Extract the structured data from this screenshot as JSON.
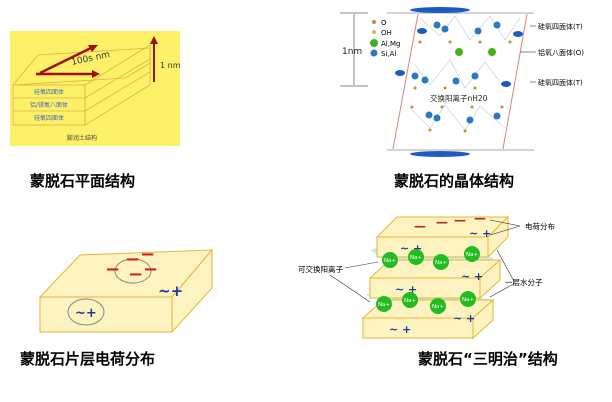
{
  "panels": {
    "plane": {
      "caption": "蒙脱石平面结构",
      "length_label": "100s nm",
      "height_label": "1 nm",
      "layers": [
        "硅氧四面体",
        "铝/镁氧八面体",
        "硅氧四面体"
      ],
      "footer": "膨润土结构"
    },
    "crystal": {
      "caption": "蒙脱石的晶体结构",
      "scale_label": "1nm",
      "legend": [
        "O",
        "OH",
        "Al,Mg",
        "Si,Al"
      ],
      "right_labels": [
        "硅氧四面体(T)",
        "铝氧八面体(O)",
        "硅氧四面体(T)"
      ],
      "middle_label": "交换阳离子nH20"
    },
    "charge": {
      "caption": "蒙脱石片层电荷分布",
      "negative_sign": "−",
      "positive_label": "~+"
    },
    "sandwich": {
      "caption": "蒙脱石“三明治”结构",
      "charge_label": "电荷分布",
      "cation_label": "可交换阳离子",
      "water_label": "一层水分子",
      "ion": "Na+",
      "positive_label": "~ +",
      "negative_sign": "—"
    }
  },
  "colors": {
    "yellow": "#fdf16a",
    "slab": "#fdf3c0",
    "slab_edge": "#e5b63a",
    "arrow": "#a01010",
    "water": "#c7eef0",
    "ion": "#22bb22",
    "blue": "#1a3a9a"
  }
}
